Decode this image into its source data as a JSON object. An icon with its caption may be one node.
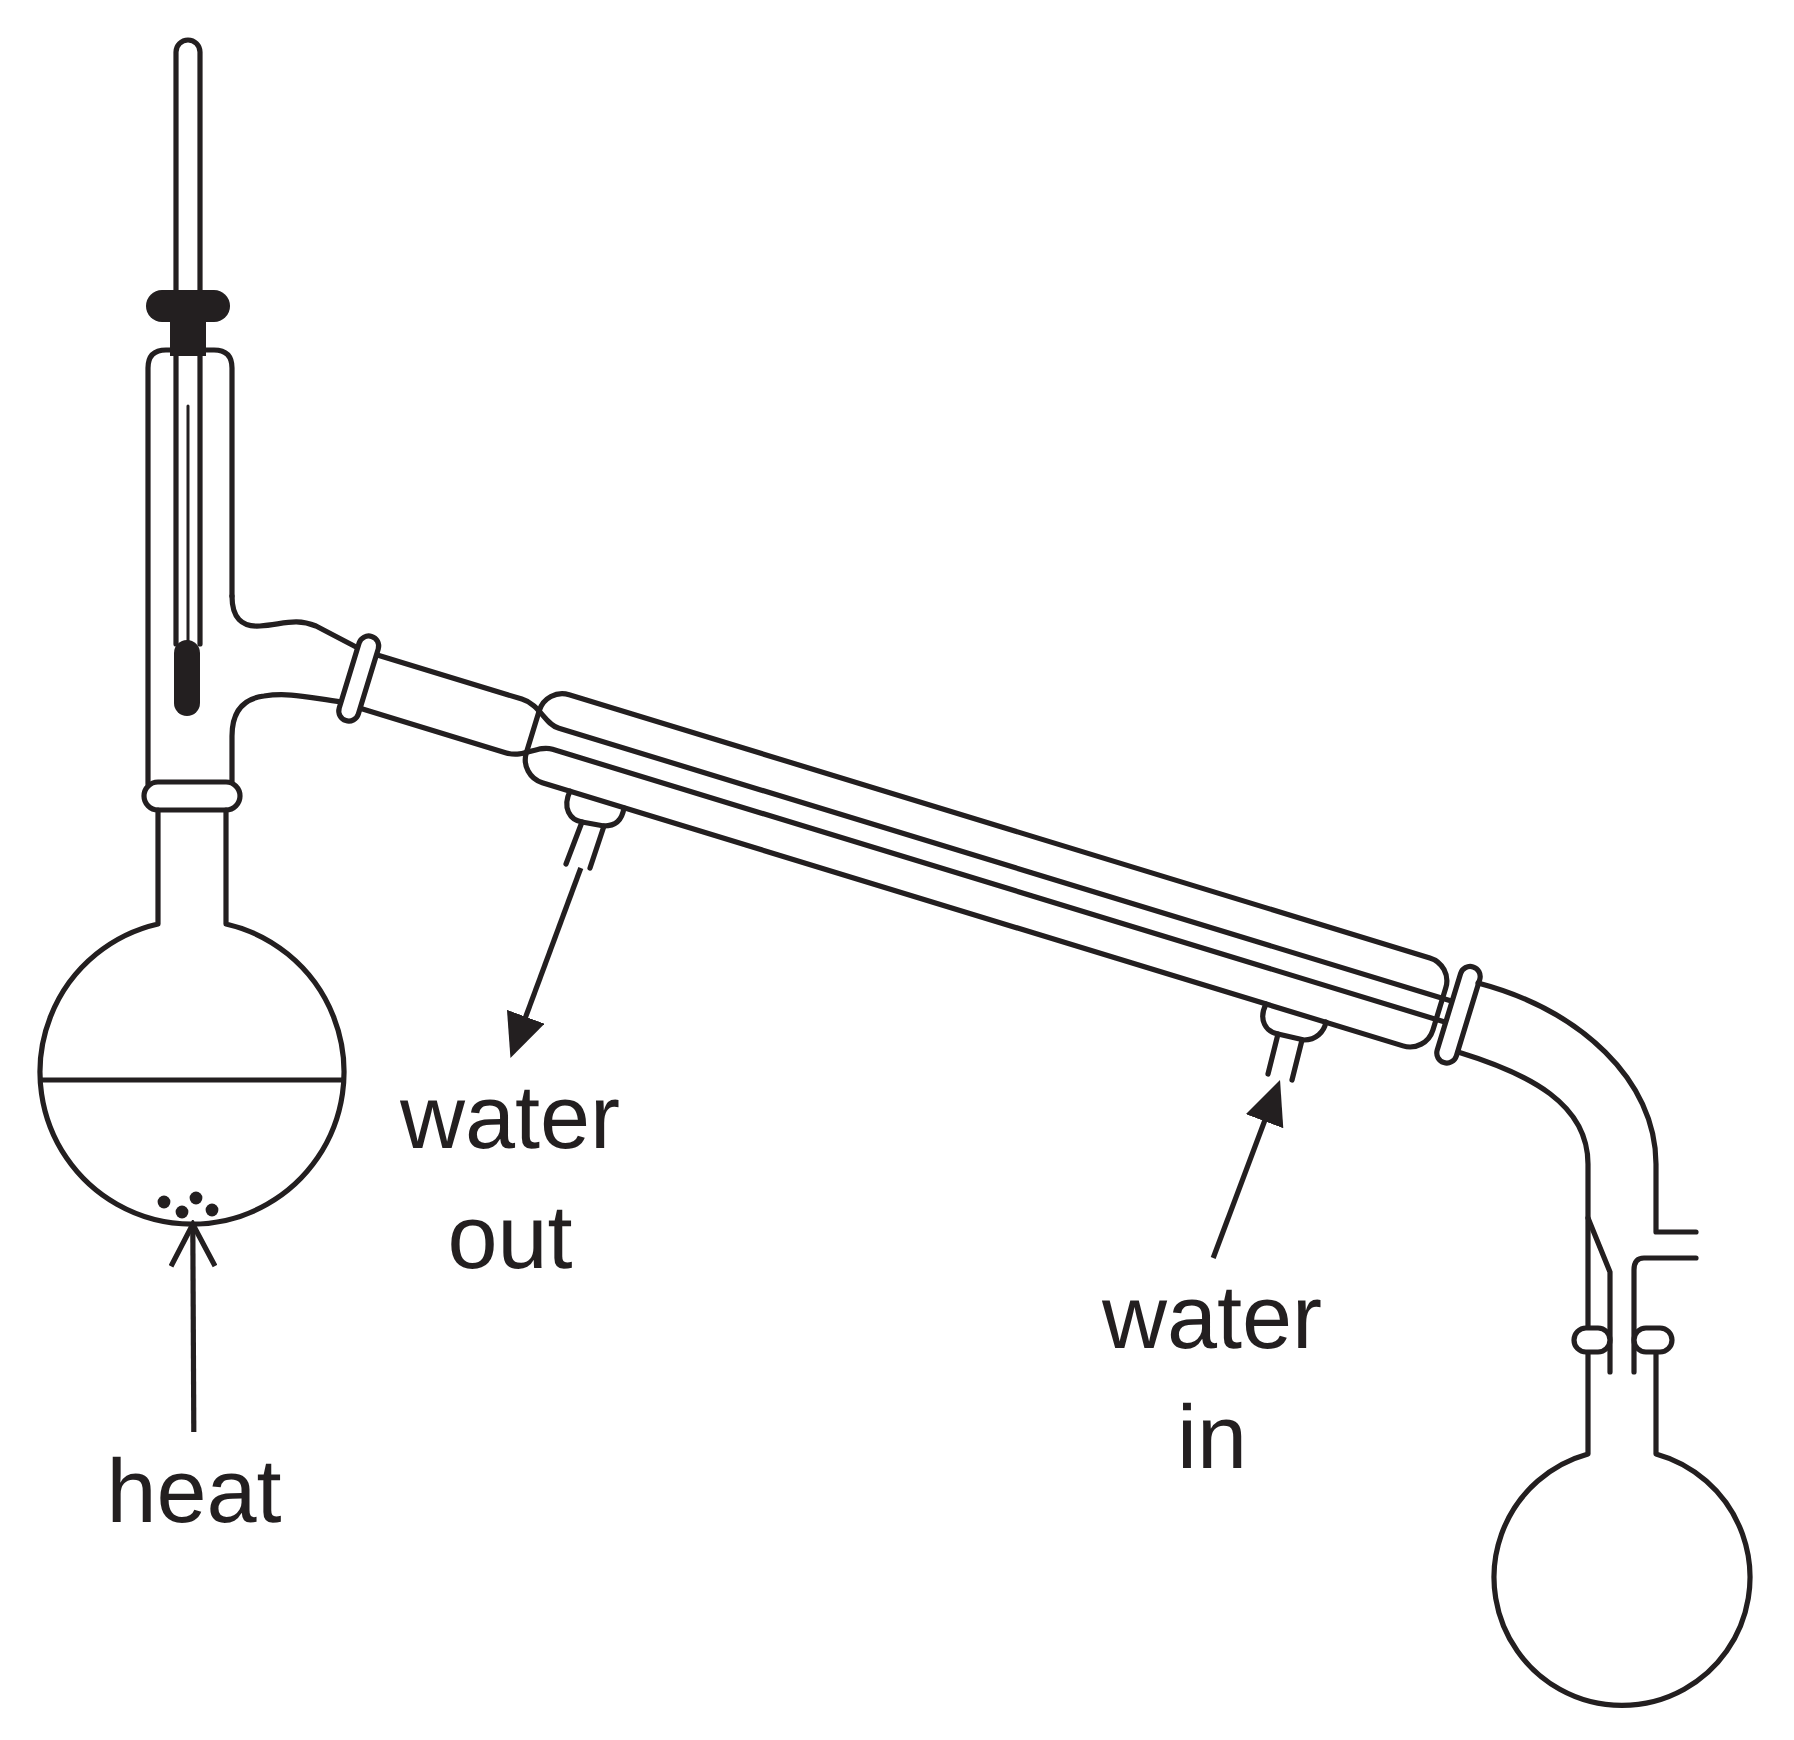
{
  "diagram": {
    "nodes": [
      {
        "text": [],
        "shape": "picture"
      },
      {
        "text": [
          "heat"
        ]
      },
      {
        "text": [],
        "shape": "picture"
      },
      {
        "text": [
          "water out"
        ]
      },
      {
        "text": [],
        "shape": "picture"
      },
      {
        "text": [
          "water in"
        ]
      }
    ],
    "edges": [
      {
        "from": 1,
        "to": 0,
        "arrow": "to"
      },
      {
        "from": 2,
        "to": 3,
        "arrow": "to"
      },
      {
        "from": 5,
        "to": 4,
        "arrow": "to"
      }
    ]
  }
}
